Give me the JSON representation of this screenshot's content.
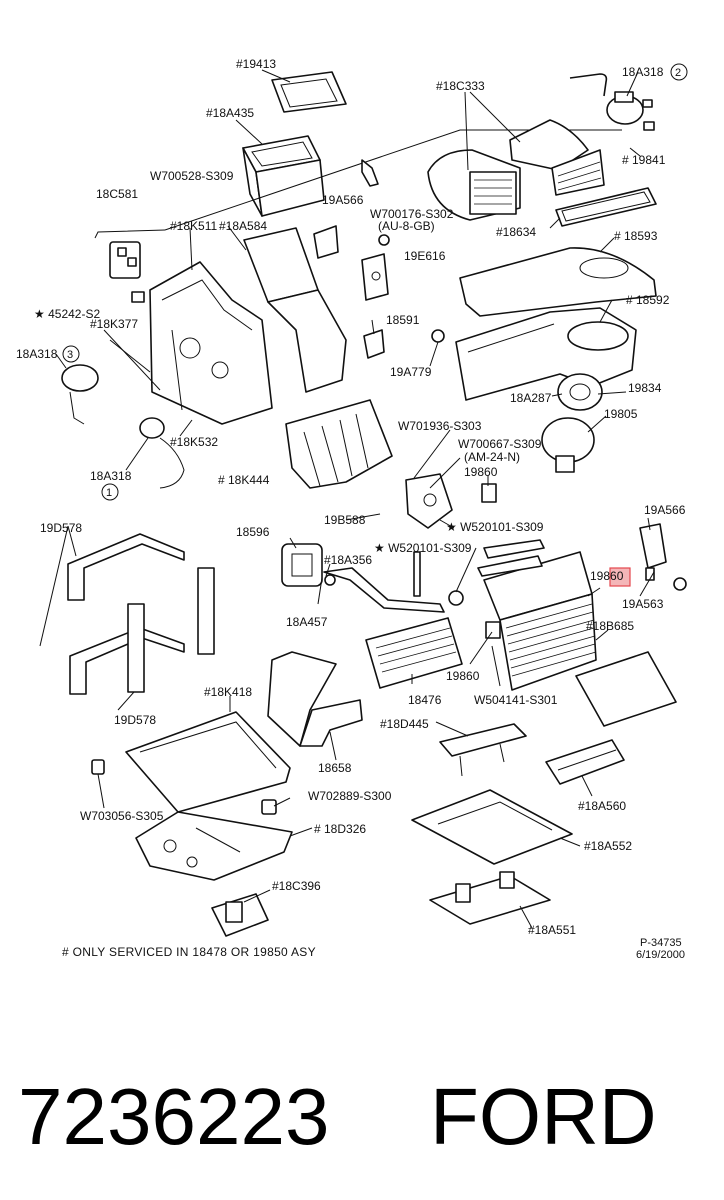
{
  "labels": {
    "p19413": "#19413",
    "p18A435": "#18A435",
    "p18C333": "#18C333",
    "p18A318_2": "18A318",
    "p18A318_2_num": "2",
    "p19841": "# 19841",
    "w700528": "W700528-S309",
    "p18C581": "18C581",
    "p19A566": "19A566",
    "w700176": "W700176-S302",
    "w700176_sub": "(AU-8-GB)",
    "p18634": "#18634",
    "p18593": "# 18593",
    "p18K511": "#18K511",
    "p18A584": "#18A584",
    "p19E616": "19E616",
    "p18592": "# 18592",
    "p45242": "★ 45242-S2",
    "p18K377": "#18K377",
    "p18591": "18591",
    "p18A318_3": "18A318",
    "p18A318_3_num": "3",
    "p19A779": "19A779",
    "p18A287": "18A287",
    "p19834": "19834",
    "p19805": "19805",
    "w701936": "W701936-S303",
    "w700667": "W700667-S309",
    "w700667_sub": "(AM-24-N)",
    "p18K532": "#18K532",
    "p18A318_1": "18A318",
    "p18A318_1_num": "1",
    "p18K444": "# 18K444",
    "p19860_a": "19860",
    "p19B588": "19B588",
    "w520101_a": "★ W520101-S309",
    "p19A566_b": "19A566",
    "p19D578_a": "19D578",
    "p18596": "18596",
    "p18A356": "#18A356",
    "w520101_b": "★ W520101-S309",
    "p19860_b": "19860",
    "p19A563": "19A563",
    "p18B685": "#18B685",
    "p18A457": "18A457",
    "p19860_c": "19860",
    "p18476": "18476",
    "w504141": "W504141-S301",
    "p19D578_b": "19D578",
    "p18K418": "#18K418",
    "p18D445": "#18D445",
    "p18658": "18658",
    "w702889": "W702889-S300",
    "w703056": "W703056-S305",
    "p18A560": "#18A560",
    "p18D326": "# 18D326",
    "p18A552": "#18A552",
    "p18C396": "#18C396",
    "p18A551": "#18A551",
    "drawing_id": "P-34735",
    "drawing_date": "6/19/2000"
  },
  "footnote": "# ONLY SERVICED IN 18478 OR 19850 ASY",
  "part_number": "7236223",
  "brand": "FORD",
  "colors": {
    "line": "#111111",
    "background": "#ffffff",
    "highlight": "#e4474e"
  }
}
